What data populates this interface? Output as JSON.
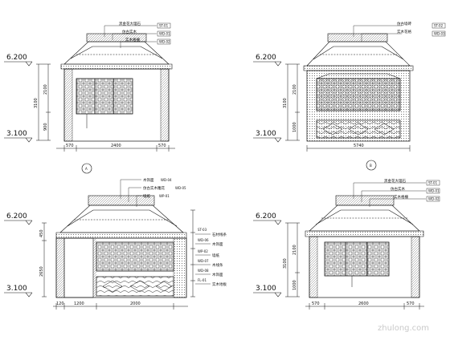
{
  "levels": {
    "upper": "6.200",
    "lower": "3.100"
  },
  "elevations": [
    {
      "id": "A",
      "side_dims": [
        "2100",
        "900",
        "3100"
      ],
      "bottom_dims": [
        "570",
        "2400",
        "570"
      ],
      "notes": [
        "黑金花大理石",
        "仿古实木",
        "实木格栅"
      ],
      "tags": [
        "ST-01",
        "WD-01",
        "WD-02"
      ],
      "callout": "A"
    },
    {
      "id": "B",
      "side_dims": [
        "2100",
        "1000",
        "3100"
      ],
      "bottom_dims": [
        "5740"
      ],
      "notes": [
        "仿古墙砖",
        "实木花格"
      ],
      "tags": [
        "ST-02",
        "WD-03"
      ],
      "callout": "B"
    },
    {
      "id": "C",
      "side_dims": [
        "450",
        "2650"
      ],
      "bottom_dims": [
        "120",
        "1200",
        "2000"
      ],
      "notes": [
        "木饰面",
        "仿古实木雕花",
        "墙纸"
      ],
      "tags": [
        "WD-04",
        "WD-05",
        "WP-01"
      ],
      "right_notes": [
        "石材线条",
        "木饰面",
        "墙纸",
        "木线条",
        "木饰面",
        "实木地板"
      ],
      "right_tags": [
        "ST-03",
        "WD-06",
        "WP-02",
        "WD-07",
        "WD-08",
        "FL-01"
      ]
    },
    {
      "id": "D",
      "side_dims": [
        "2100",
        "1000",
        "3100"
      ],
      "bottom_dims": [
        "570",
        "2600",
        "570"
      ],
      "notes": [
        "黑金花大理石",
        "仿古实木",
        "实木格栅"
      ],
      "tags": [
        "ST-01",
        "WD-01",
        "WD-02"
      ]
    }
  ],
  "watermark": "zhulong.com"
}
